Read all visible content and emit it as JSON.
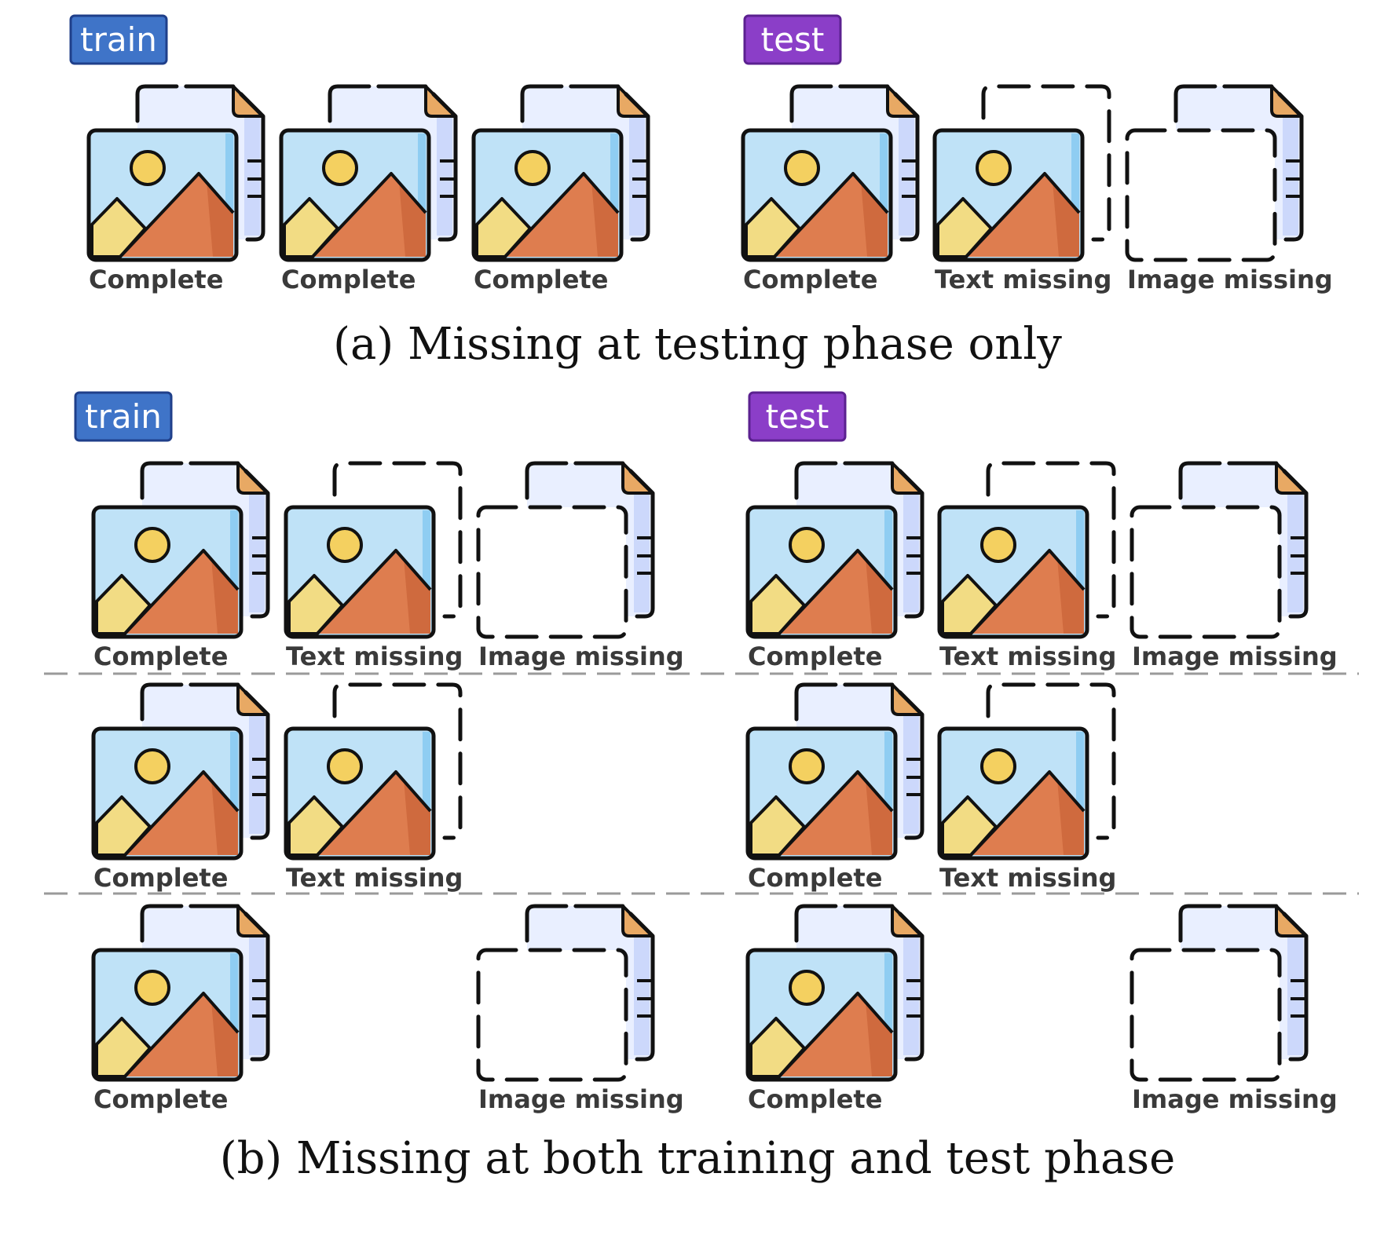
{
  "colors": {
    "train_badge": "#3f74c8",
    "test_badge": "#8b3ec8",
    "doc_fill": "#e9efff",
    "doc_side": "#ccd8fb",
    "doc_corner": "#e8a964",
    "sky": "#bfe2f7",
    "sky_edge": "#8fcdf2",
    "sun": "#f4d060",
    "hill_small": "#f2dc84",
    "mountain": "#de7d4f",
    "mountain_shade": "#cf6a3e",
    "outline": "#111111",
    "divider": "#9a9a9a"
  },
  "panel_a": {
    "caption": "(a) Missing at testing phase only",
    "train": {
      "badge": "train",
      "items": [
        {
          "status": "complete",
          "label": "Complete"
        },
        {
          "status": "complete",
          "label": "Complete"
        },
        {
          "status": "complete",
          "label": "Complete"
        }
      ]
    },
    "test": {
      "badge": "test",
      "items": [
        {
          "status": "complete",
          "label": "Complete"
        },
        {
          "status": "text-missing",
          "label": "Text missing"
        },
        {
          "status": "image-missing",
          "label": "Image missing"
        }
      ]
    }
  },
  "panel_b": {
    "caption": "(b) Missing at both training and test phase",
    "train": {
      "badge": "train",
      "rows": [
        [
          {
            "status": "complete",
            "label": "Complete"
          },
          {
            "status": "text-missing",
            "label": "Text missing"
          },
          {
            "status": "image-missing",
            "label": "Image missing"
          }
        ],
        [
          {
            "status": "complete",
            "label": "Complete"
          },
          {
            "status": "text-missing",
            "label": "Text missing"
          },
          null
        ],
        [
          {
            "status": "complete",
            "label": "Complete"
          },
          null,
          {
            "status": "image-missing",
            "label": "Image missing"
          }
        ]
      ]
    },
    "test": {
      "badge": "test",
      "rows": [
        [
          {
            "status": "complete",
            "label": "Complete"
          },
          {
            "status": "text-missing",
            "label": "Text missing"
          },
          {
            "status": "image-missing",
            "label": "Image missing"
          }
        ],
        [
          {
            "status": "complete",
            "label": "Complete"
          },
          {
            "status": "text-missing",
            "label": "Text missing"
          },
          null
        ],
        [
          {
            "status": "complete",
            "label": "Complete"
          },
          null,
          {
            "status": "image-missing",
            "label": "Image missing"
          }
        ]
      ]
    }
  }
}
